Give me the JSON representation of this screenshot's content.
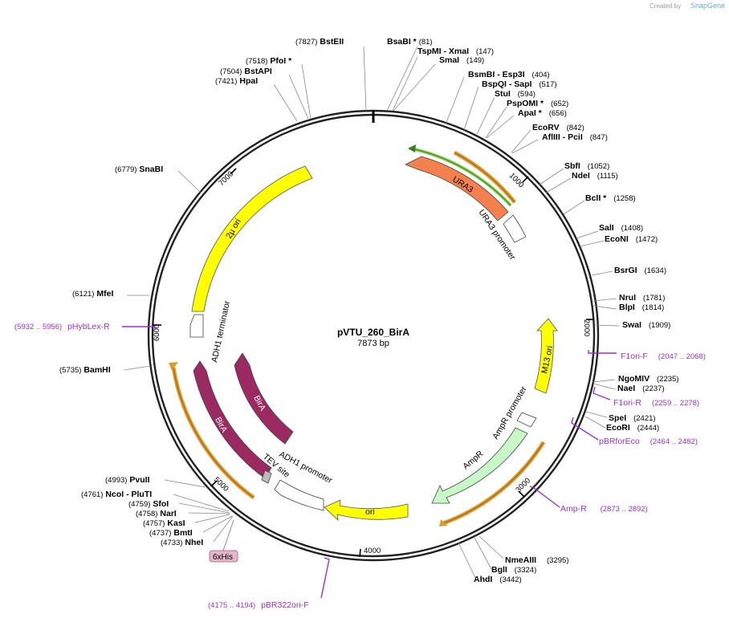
{
  "plasmid": {
    "name": "pVTU_260_BirA",
    "length_label": "7873 bp"
  },
  "credit": {
    "prefix": "Created by",
    "brand": "SnapGene"
  },
  "ticks": [
    "1000",
    "2000",
    "3000",
    "4000",
    "5000",
    "6000",
    "7000"
  ],
  "sites": [
    {
      "parts": [
        "(7827)",
        "BstEII"
      ]
    },
    {
      "parts": [
        "BsaBI *",
        "(81)"
      ]
    },
    {
      "parts": [
        "TspMI",
        "- XmaI",
        "(147)"
      ]
    },
    {
      "parts": [
        "SmaI",
        "(149)"
      ]
    },
    {
      "parts": [
        "(7518)",
        "PfoI *"
      ]
    },
    {
      "parts": [
        "(7504)",
        "BstAPI"
      ]
    },
    {
      "parts": [
        "(7421)",
        "HpaI"
      ]
    },
    {
      "parts": [
        "BsmBI",
        "- Esp3I",
        "(404)"
      ]
    },
    {
      "parts": [
        "BspQI",
        "- SapI",
        "(517)"
      ]
    },
    {
      "parts": [
        "StuI",
        "(594)"
      ]
    },
    {
      "parts": [
        "PspOMI *",
        "(652)"
      ]
    },
    {
      "parts": [
        "ApaI *",
        "(656)"
      ]
    },
    {
      "parts": [
        "EcoRV",
        "(842)"
      ]
    },
    {
      "parts": [
        "AflIII",
        "- PciI",
        "(847)"
      ]
    },
    {
      "parts": [
        "(6779)",
        "SnaBI"
      ]
    },
    {
      "parts": [
        "SbfI",
        "(1052)"
      ]
    },
    {
      "parts": [
        "NdeI",
        "(1115)"
      ]
    },
    {
      "parts": [
        "BclI *",
        "(1258)"
      ]
    },
    {
      "parts": [
        "SalI",
        "(1408)"
      ]
    },
    {
      "parts": [
        "EcoNI",
        "(1472)"
      ]
    },
    {
      "parts": [
        "BsrGI",
        "(1634)"
      ]
    },
    {
      "parts": [
        "(6121)",
        "MfeI"
      ]
    },
    {
      "parts": [
        "NruI",
        "(1781)"
      ]
    },
    {
      "parts": [
        "BlpI",
        "(1814)"
      ]
    },
    {
      "parts": [
        "SwaI",
        "(1909)"
      ]
    },
    {
      "parts": [
        "(5735)",
        "BamHI"
      ]
    },
    {
      "parts": [
        "NgoMIV",
        "(2235)"
      ]
    },
    {
      "parts": [
        "NaeI",
        "(2237)"
      ]
    },
    {
      "parts": [
        "SpeI",
        "(2421)"
      ]
    },
    {
      "parts": [
        "EcoRI",
        "(2444)"
      ]
    },
    {
      "parts": [
        "(4993)",
        "PvuII"
      ]
    },
    {
      "parts": [
        "(4761)",
        "NcoI",
        "- PluTI"
      ]
    },
    {
      "parts": [
        "(4759)",
        "SfoI"
      ]
    },
    {
      "parts": [
        "(4758)",
        "NarI"
      ]
    },
    {
      "parts": [
        "(4757)",
        "KasI"
      ]
    },
    {
      "parts": [
        "(4737)",
        "BmtI"
      ]
    },
    {
      "parts": [
        "(4733)",
        "NheI"
      ]
    },
    {
      "parts": [
        "NmeAIII",
        "(3295)"
      ]
    },
    {
      "parts": [
        "BglI",
        "(3324)"
      ]
    },
    {
      "parts": [
        "AhdI",
        "(3442)"
      ]
    }
  ],
  "primers": [
    {
      "name": "pHybLex-R",
      "range": "(5932 .. 5956)"
    },
    {
      "name": "F1ori-F",
      "range": "(2047 .. 2068)"
    },
    {
      "name": "F1ori-R",
      "range": "(2259 .. 2278)"
    },
    {
      "name": "pBRforEco",
      "range": "(2464 .. 2482)"
    },
    {
      "name": "Amp-R",
      "range": "(2873 .. 2892)"
    },
    {
      "name": "pBR322ori-F",
      "range": "(4175 .. 4194)"
    }
  ],
  "features": [
    {
      "name": "URA3",
      "color": "#f4804e"
    },
    {
      "name": "URA3 promoter",
      "color": "#ffffff"
    },
    {
      "name": "2µ ori",
      "color": "#ffff00"
    },
    {
      "name": "ADH1 terminator",
      "color": "#ffffff"
    },
    {
      "name": "BirA",
      "color": "#9b2a62"
    },
    {
      "name": "BirA",
      "color": "#9b2a62"
    },
    {
      "name": "M13 ori",
      "color": "#ffff00"
    },
    {
      "name": "AmpR promoter",
      "color": "#ffffff"
    },
    {
      "name": "AmpR",
      "color": "#c8f8c8"
    },
    {
      "name": "ori",
      "color": "#ffff00"
    },
    {
      "name": "ADH1 promoter",
      "color": "#ffffff"
    },
    {
      "name": "TEV site",
      "color": "#ffffff"
    }
  ],
  "tag": {
    "name": "6xHis",
    "color": "#e3b6c6"
  },
  "colors": {
    "primer": "#9b30d0",
    "orf_outline": "#d9a030",
    "backbone": "#222222"
  }
}
